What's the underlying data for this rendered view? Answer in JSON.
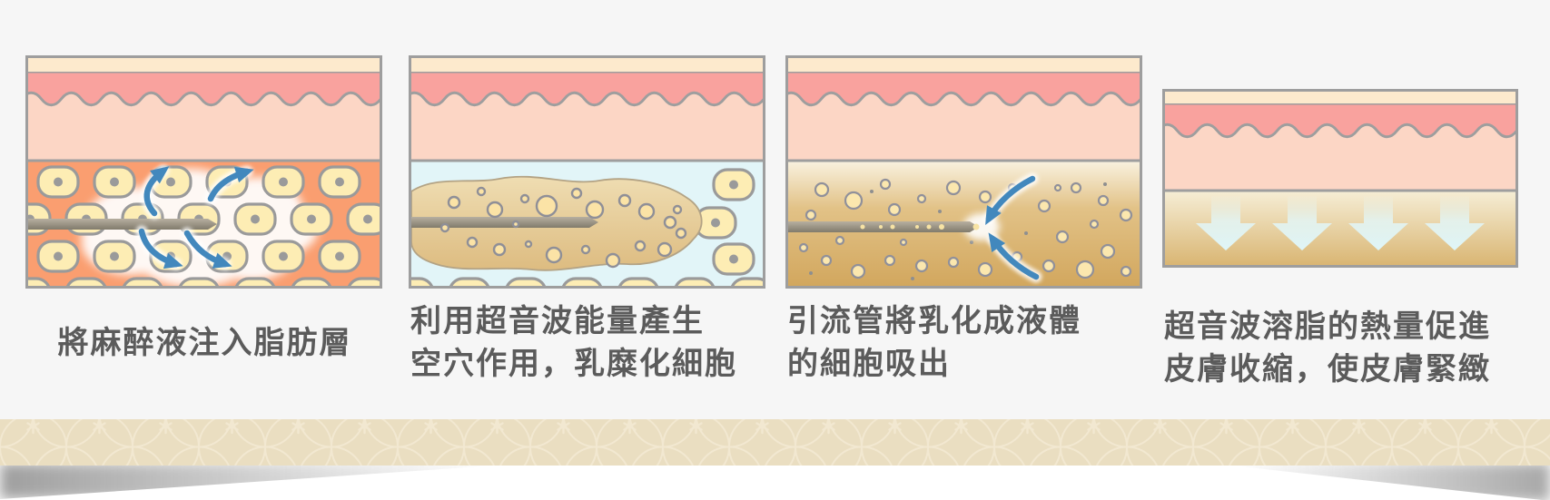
{
  "figure": {
    "type": "ultrasonic-liposuction-procedure-steps",
    "steps": [
      {
        "name": "inject-anesthetic",
        "lines": [
          "將麻醉液注入脂肪層"
        ]
      },
      {
        "name": "ultrasonic-cavitation",
        "lines": [
          "利用超音波能量產生",
          "空穴作用，乳糜化細胞"
        ]
      },
      {
        "name": "drain-emulsified-cells",
        "lines": [
          "引流管將乳化成液體",
          "的細胞吸出"
        ]
      },
      {
        "name": "heat-skin-tightening",
        "lines": [
          "超音波溶脂的熱量促進",
          "皮膚收縮，使皮膚緊緻"
        ]
      }
    ],
    "palette": {
      "page_background": "#f6f6f6",
      "caption_text": "#5b5b5b",
      "panel_outline": "#9e9e9e",
      "epidermis_top": "#fdeacd",
      "epidermis_pink": "#f9a29e",
      "dermis_pink": "#fcd6c5",
      "fat_background_orange": "#fa9e70",
      "fat_cell_yellow": "#fdedb4",
      "tumescent_fluid_cyan": "#e2f5f8",
      "emulsified_fat_tan": "#e3c088",
      "cannula_gray": "#8a8578",
      "arrow_blue": "#4288bd",
      "arrow_cyan": "#dff6f9",
      "bottom_band_beige": "#eadec1"
    }
  }
}
